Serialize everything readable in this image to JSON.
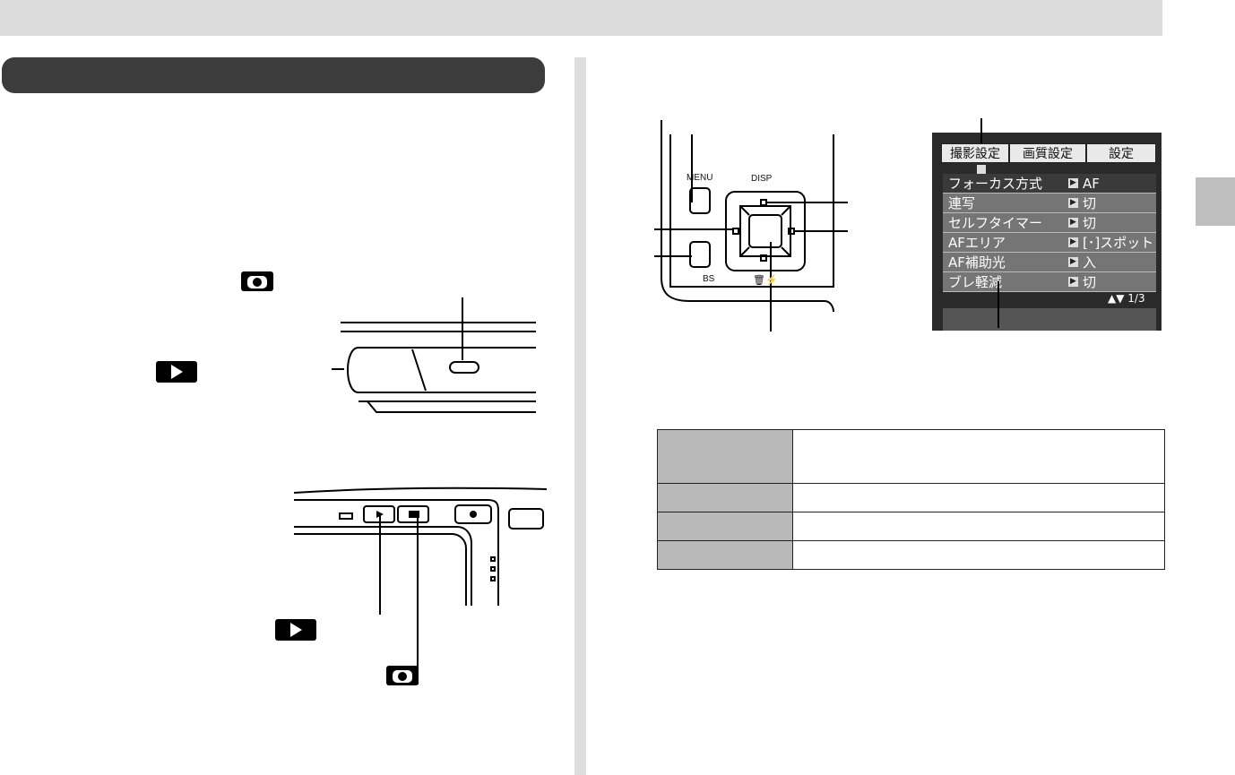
{
  "left_camera_top": {
    "labels": []
  },
  "right_figure": {
    "button_labels": {
      "menu": "MENU",
      "disp": "DISP",
      "bs": "BS"
    },
    "menu_screen": {
      "tabs": [
        "撮影設定",
        "画質設定",
        "設定"
      ],
      "rows": [
        {
          "name": "フォーカス方式",
          "value": "AF"
        },
        {
          "name": "連写",
          "value": "切"
        },
        {
          "name": "セルフタイマー",
          "value": "切"
        },
        {
          "name": "AFエリア",
          "value": "[･]スポット"
        },
        {
          "name": "AF補助光",
          "value": "入"
        },
        {
          "name": "ブレ軽減",
          "value": "切"
        }
      ],
      "page_indicator": "▲▼ 1/3"
    }
  },
  "table": {
    "rows": 4
  },
  "colors": {
    "band": "#dcdcdc",
    "section_bar": "#3c3c3c",
    "table_key": "#b9b9b9"
  }
}
